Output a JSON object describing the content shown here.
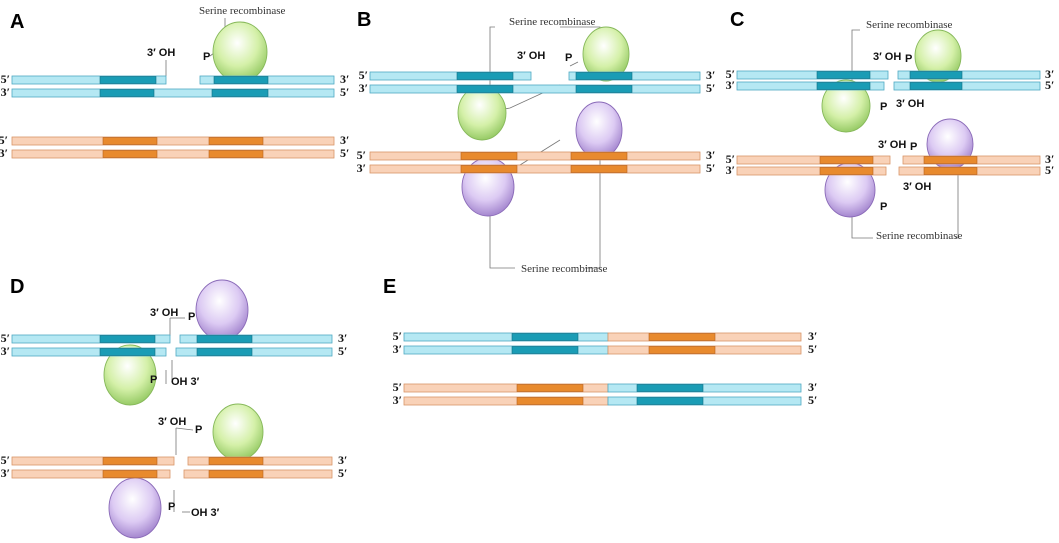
{
  "panels": [
    {
      "letter": "A"
    },
    {
      "letter": "B"
    },
    {
      "letter": "C"
    },
    {
      "letter": "D"
    },
    {
      "letter": "E"
    }
  ],
  "strand_ends": {
    "five_prime": "5′",
    "three_prime": "3′"
  },
  "chemistry": {
    "oh_left": "3′ OH",
    "oh_right": "OH 3′",
    "phosphate": "P"
  },
  "labels": {
    "serine_recombinase": "Serine recombinase"
  },
  "colors": {
    "blue_dna": "#b5e8f3",
    "blue_site": "#1a9cb5",
    "orange_dna": "#f9d2b8",
    "orange_site": "#e88a2e",
    "green_enzyme": "#c6eb96",
    "purple_enzyme": "#d4bdf0"
  }
}
